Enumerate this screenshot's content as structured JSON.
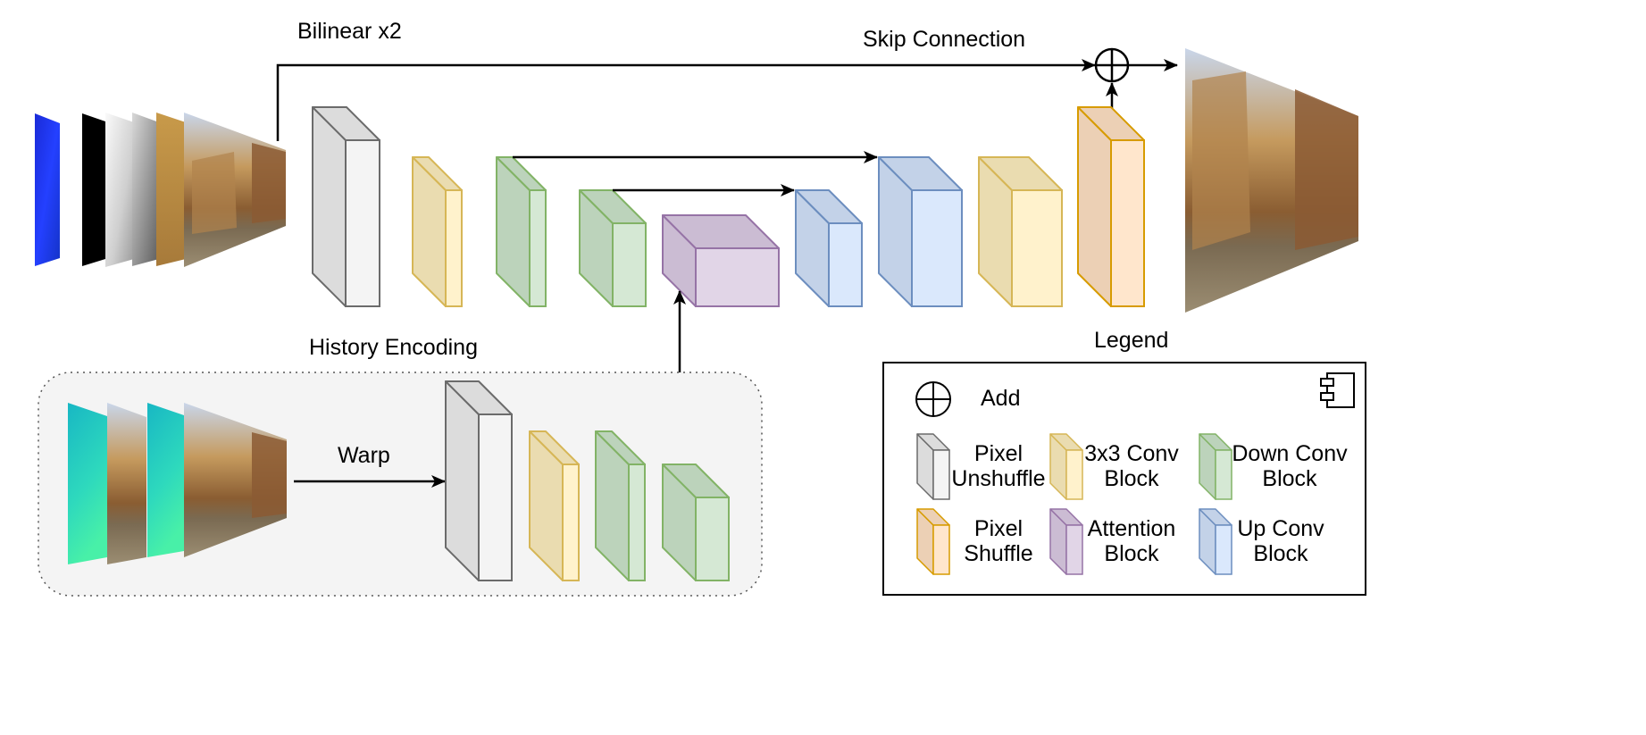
{
  "labels": {
    "bilinear": "Bilinear x2",
    "skip": "Skip Connection",
    "history": "History Encoding",
    "warp": "Warp",
    "legend": "Legend"
  },
  "legend": {
    "add": "Add",
    "pixel_unshuffle": [
      "Pixel",
      "Unshuffle"
    ],
    "conv3x3": [
      "3x3 Conv",
      "Block"
    ],
    "down_conv": [
      "Down Conv",
      "Block"
    ],
    "pixel_shuffle": [
      "Pixel",
      "Shuffle"
    ],
    "attention": [
      "Attention",
      "Block"
    ],
    "up_conv": [
      "Up Conv",
      "Block"
    ]
  },
  "colors": {
    "gray": {
      "front": "#f4f4f4",
      "side": "#dcdcdc",
      "stroke": "#6b6b6b"
    },
    "yellow": {
      "front": "#fff2cc",
      "side": "#eadcb0",
      "stroke": "#d6b656"
    },
    "green": {
      "front": "#d5e8d4",
      "side": "#bcd3bb",
      "stroke": "#82b366"
    },
    "purple": {
      "front": "#e1d5e7",
      "side": "#cbbcd3",
      "stroke": "#9673a6"
    },
    "blue": {
      "front": "#dae8fc",
      "side": "#c3d2e8",
      "stroke": "#6c8ebf"
    },
    "orange": {
      "front": "#ffe6cc",
      "side": "#ecd0b5",
      "stroke": "#d79b00"
    }
  }
}
